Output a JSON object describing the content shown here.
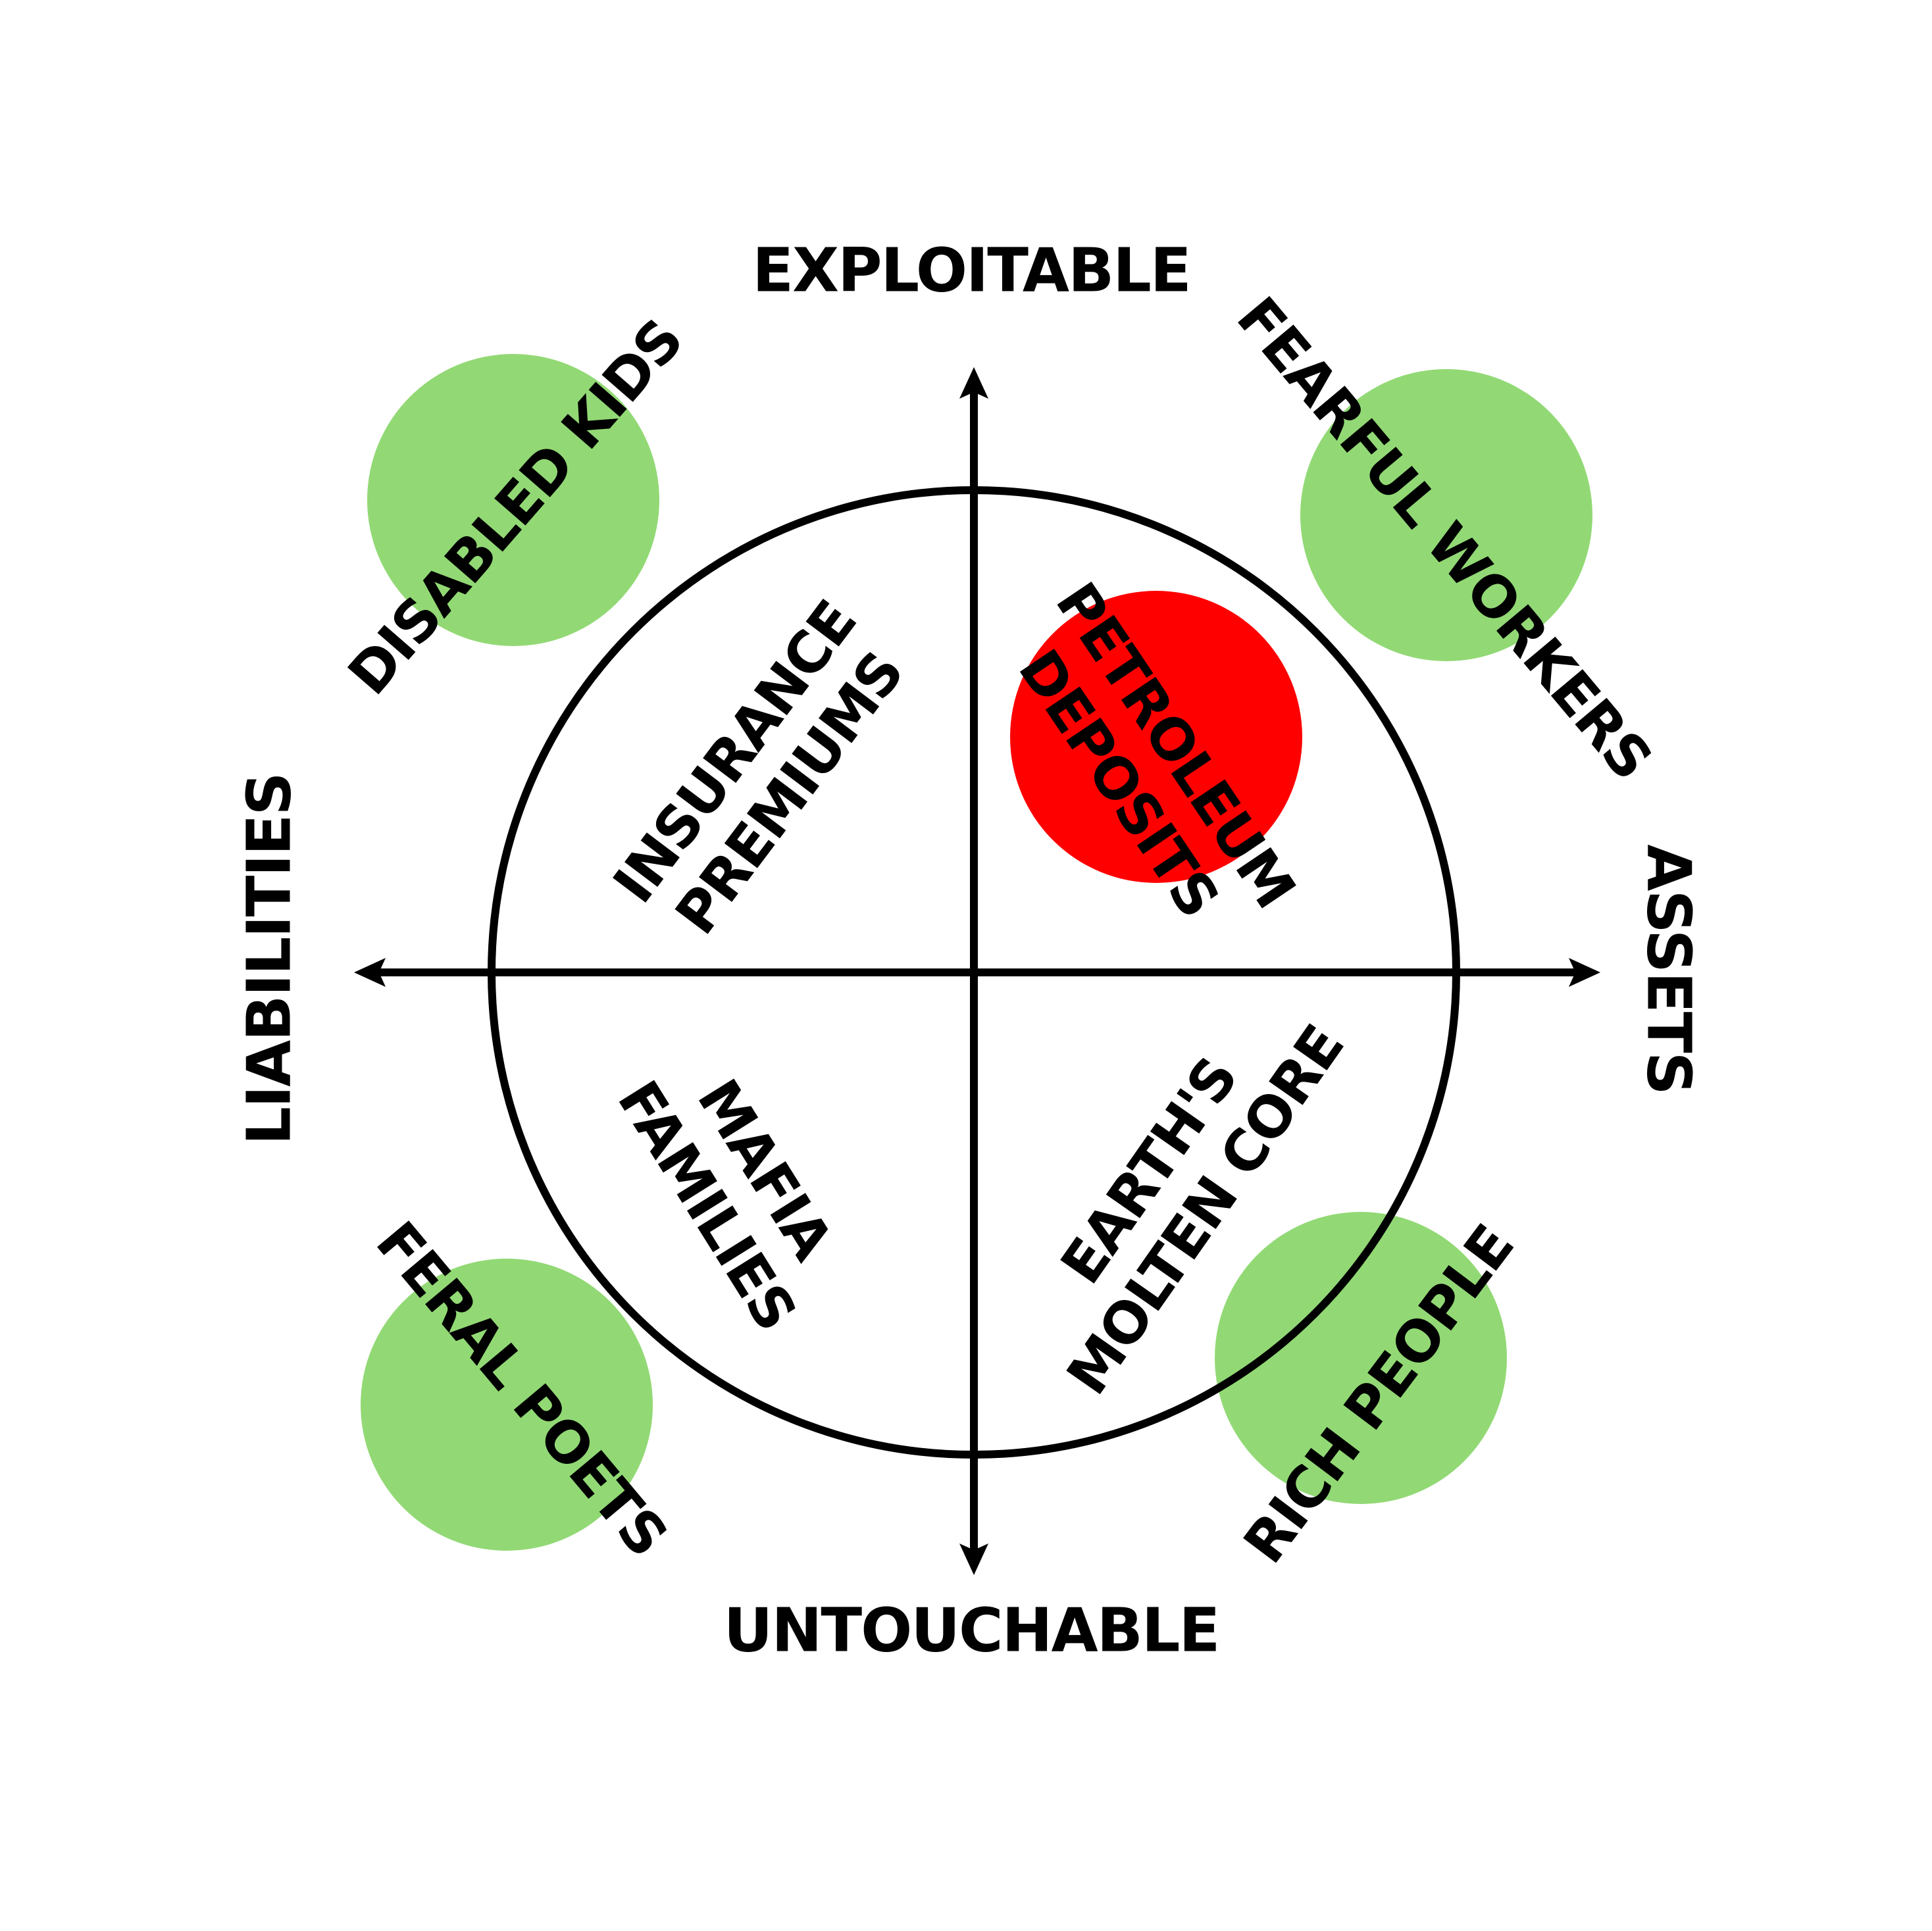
{
  "axes": {
    "top": "EXPLOITABLE",
    "bottom": "UNTOUCHABLE",
    "left": "LIABILITIES",
    "right": "ASSETS"
  },
  "items": {
    "disabled_kids": "DISABLED KIDS",
    "fearful_workers": "FEARFUL WORKERS",
    "feral_poets": "FERAL POETS",
    "rich_people": "RICH PEOPLE",
    "insurance_line1": "INSURANCE",
    "insurance_line2": "PREMIUMS",
    "petroleum_line1": "PETROLEUM",
    "petroleum_line2": "DEPOSITS",
    "mafia_line1": "MAFIA",
    "mafia_line2": "FAMILIES",
    "earth_line1": "EARTH'S",
    "earth_line2": "MOLTEN CORE"
  },
  "colors": {
    "green": "#92d975",
    "red": "#ff0000",
    "ink": "#000000",
    "background": "#ffffff"
  }
}
